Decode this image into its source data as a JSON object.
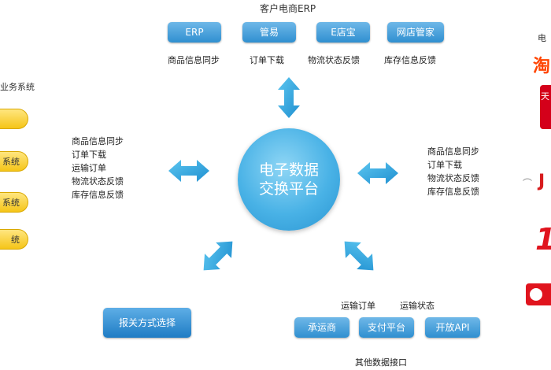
{
  "top": {
    "title": "客户电商ERP",
    "buttons": [
      "ERP",
      "管易",
      "E店宝",
      "网店管家"
    ],
    "labels": [
      "商品信息同步",
      "订单下载",
      "物流状态反馈",
      "库存信息反馈"
    ]
  },
  "hub": {
    "line1": "电子数据",
    "line2": "交换平台"
  },
  "left_system": {
    "title": "业务系统",
    "items": [
      "",
      "系统",
      "系统",
      "统"
    ]
  },
  "left_list": [
    "商品信息同步",
    "订单下载",
    "运输订单",
    "物流状态反馈",
    "库存信息反馈"
  ],
  "right_list": [
    "商品信息同步",
    "订单下载",
    "物流状态反馈",
    "库存信息反馈"
  ],
  "bottom": {
    "labels": [
      "运输订单",
      "运输状态"
    ],
    "buttons": [
      "承运商",
      "支付平台",
      "开放API"
    ],
    "caption": "其他数据接口"
  },
  "customs_button": "报关方式选择",
  "right_panel": {
    "title": "电",
    "logo_taobao": "淘",
    "logo_tmall": "天",
    "logo_jd": "J",
    "logo_other": "1"
  },
  "colors": {
    "accent": "#2a95d2",
    "arrow": "#2ba6e0",
    "yellow": "#f5c518"
  }
}
